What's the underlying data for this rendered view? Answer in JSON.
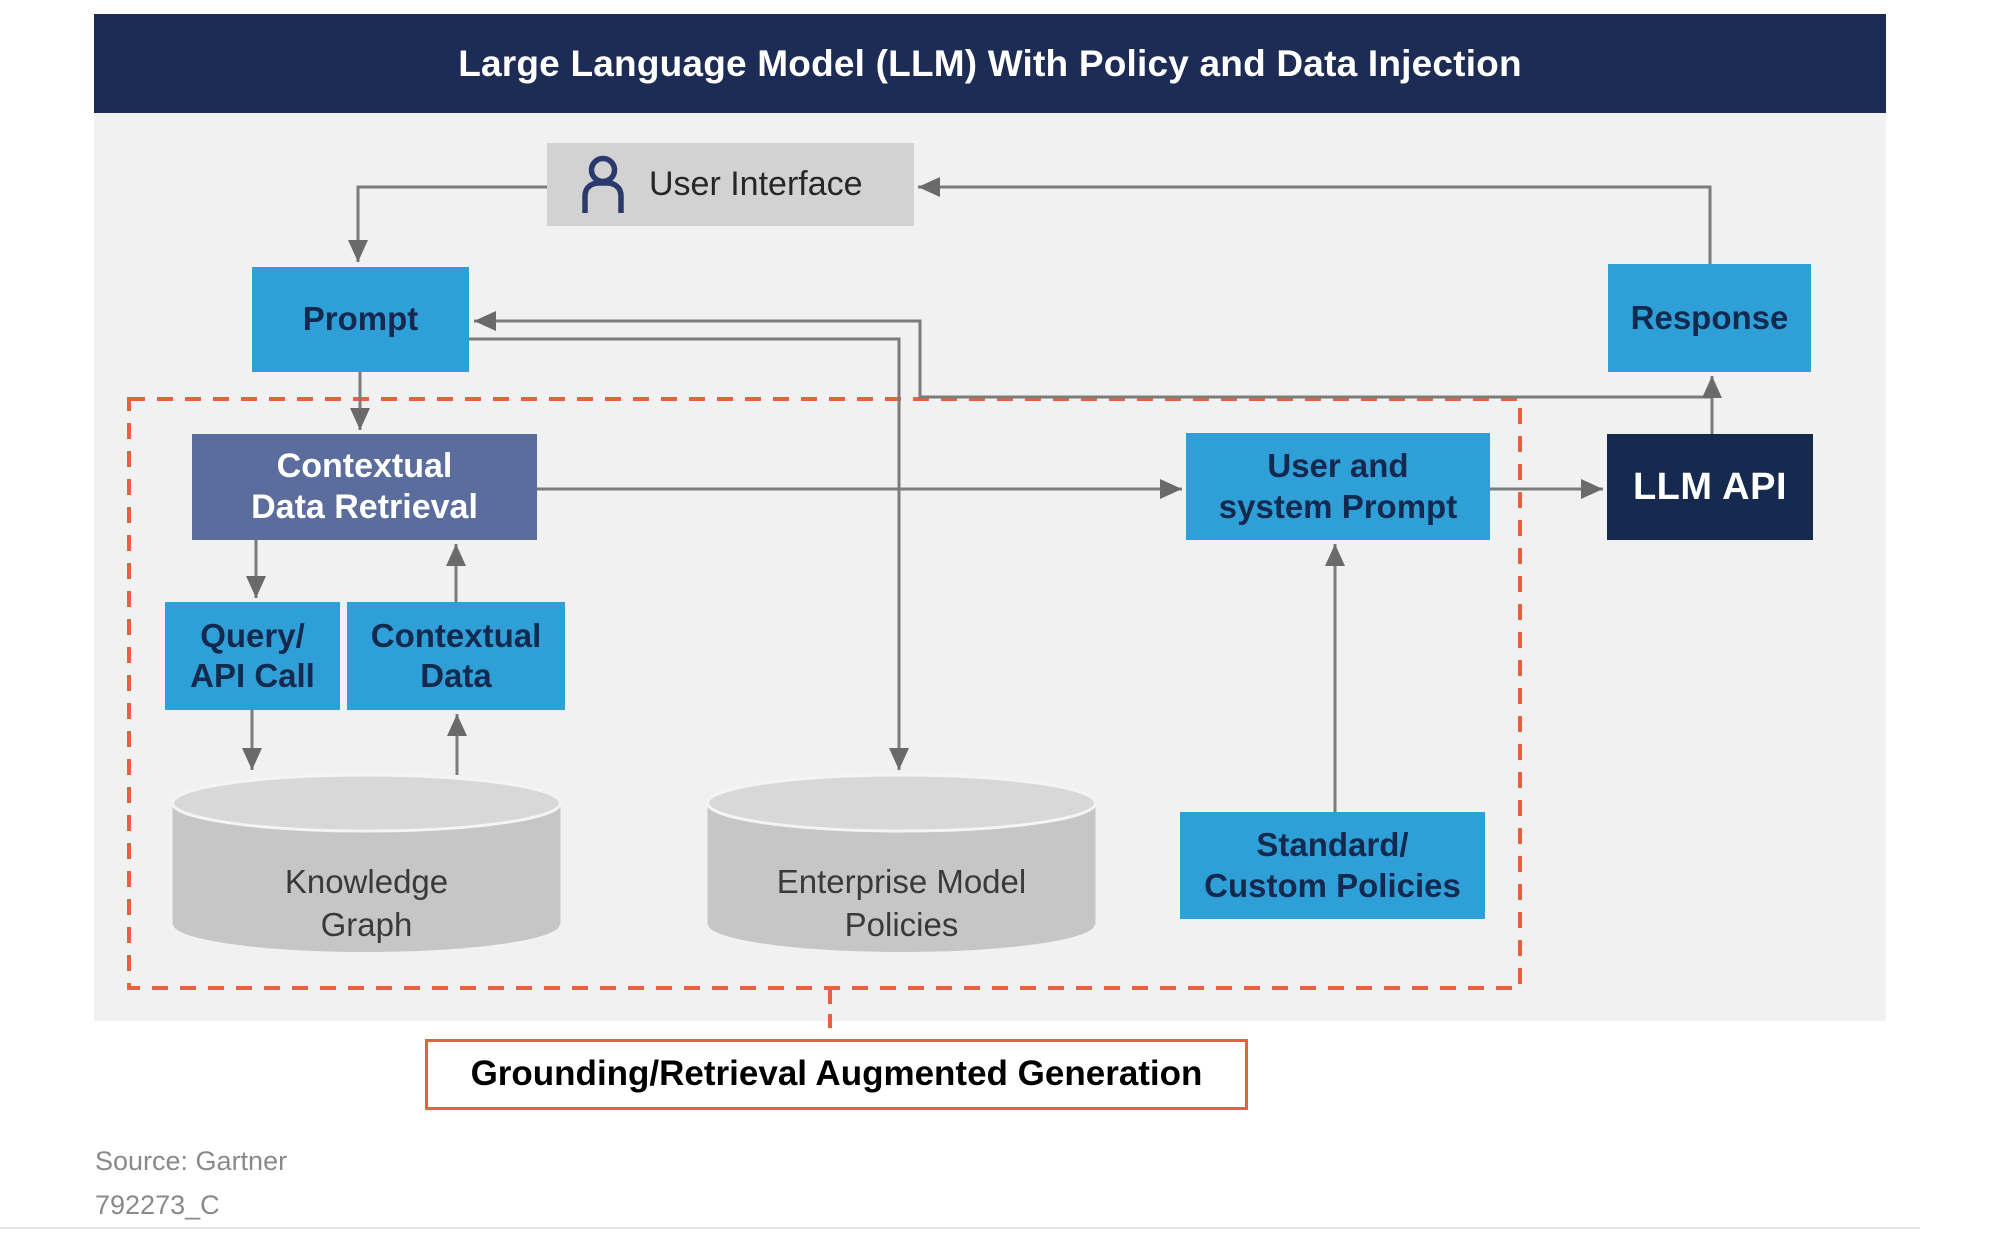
{
  "title_bar": {
    "title": "Large Language Model (LLM) With Policy and Data Injection"
  },
  "nodes": {
    "user_interface": {
      "label": "User Interface",
      "icon": "user-icon"
    },
    "prompt": {
      "label": "Prompt"
    },
    "response": {
      "label": "Response"
    },
    "contextual_data_retrieval": {
      "label": "Contextual\nData Retrieval"
    },
    "user_and_system_prompt": {
      "label": "User and\nsystem Prompt"
    },
    "llm_api": {
      "label": "LLM API"
    },
    "query_api_call": {
      "label": "Query/\nAPI Call"
    },
    "contextual_data": {
      "label": "Contextual\nData"
    },
    "knowledge_graph": {
      "label": "Knowledge\nGraph"
    },
    "enterprise_model_policies": {
      "label": "Enterprise Model\nPolicies"
    },
    "standard_custom_policies": {
      "label": "Standard/\nCustom Policies"
    }
  },
  "region": {
    "label": "Grounding/Retrieval Augmented Generation"
  },
  "footer": {
    "source": "Source: Gartner",
    "figure_id": "792273_C"
  },
  "colors": {
    "header_bg": "#1d2c55",
    "box_blue": "#2f9fd8",
    "box_slate": "#5a6d9d",
    "box_navy": "#16294f",
    "box_gray": "#d2d2d2",
    "panel_bg": "#f1f1f2",
    "dash_orange": "#e8613e",
    "arrow_gray": "#7c7c7c",
    "cylinder_gray": "#c6c6c7",
    "text_navy": "#13294e"
  }
}
